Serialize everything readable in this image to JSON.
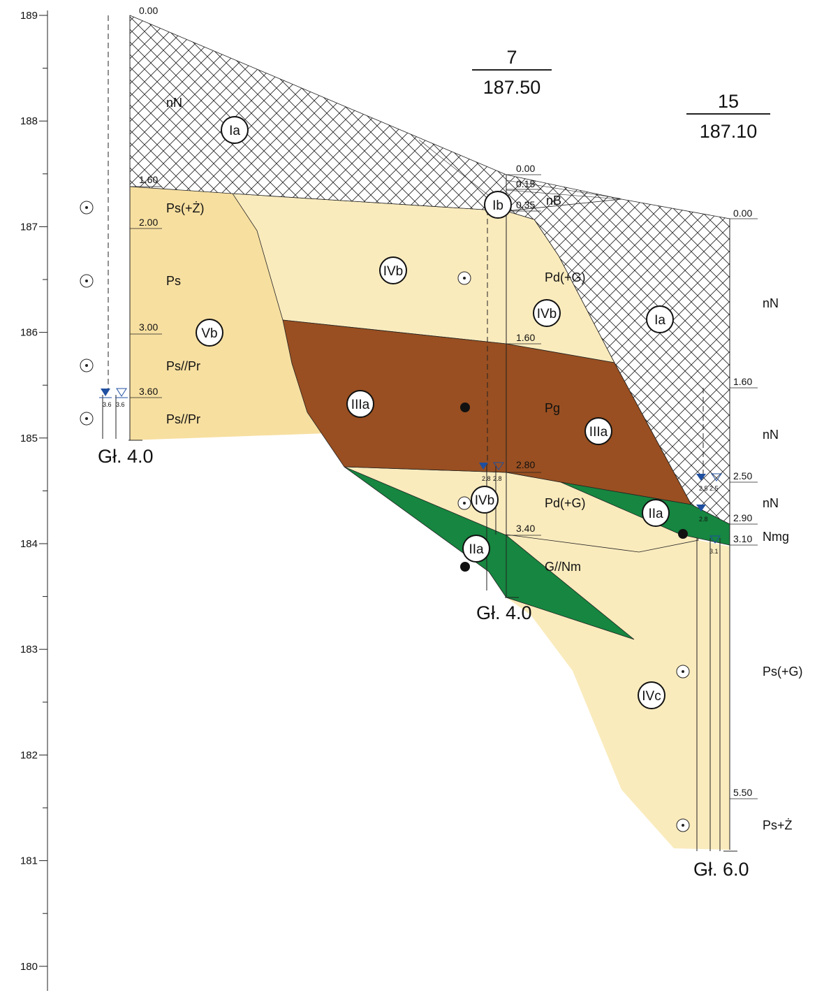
{
  "axis": {
    "ticks": [
      "189",
      "188",
      "187",
      "186",
      "185",
      "184",
      "183",
      "182",
      "181",
      "180"
    ]
  },
  "boreholes": [
    {
      "depth_labels": [
        "0.00",
        "1.60",
        "2.00",
        "3.00",
        "3.60"
      ],
      "water_labels": [
        "3.6",
        "3.6"
      ],
      "final_depth": "Gł. 4.0",
      "soil_labels": [
        "nN",
        "Ps(+Ż)",
        "Ps",
        "Ps//Pr",
        "Ps//Pr"
      ]
    },
    {
      "number": "7",
      "elevation": "187.50",
      "depth_labels": [
        "0.00",
        "0.15",
        "0.35",
        "1.60",
        "2.80",
        "3.40"
      ],
      "water_labels": [
        "2.8",
        "2.8"
      ],
      "final_depth": "Gł. 4.0",
      "soil_labels": [
        "nB",
        "Pd(+G)",
        "Pg",
        "Pd(+G)",
        "G//Nm"
      ]
    },
    {
      "number": "15",
      "elevation": "187.10",
      "depth_labels": [
        "0.00",
        "1.60",
        "2.50",
        "2.90",
        "3.10",
        "5.50"
      ],
      "water_labels": [
        "2.5",
        "2.5",
        "2.8",
        "3.1"
      ],
      "final_depth": "Gł. 6.0",
      "soil_labels": [
        "nN",
        "nN",
        "nN",
        "Nmg",
        "Ps(+G)",
        "Ps+Ż"
      ]
    }
  ],
  "layer_markers": [
    "Ia",
    "Vb",
    "IVb",
    "Ib",
    "IVb",
    "Ia",
    "IIIa",
    "IIIa",
    "IVb",
    "IIa",
    "IIa",
    "IVc"
  ],
  "colors": {
    "fill_anthropogenic": "#ffffff",
    "fill_sand_dark": "#f7dfa0",
    "fill_sand_light": "#faebbd",
    "fill_clay_brown": "#994f21",
    "fill_clay_green": "#168640",
    "water_marker": "#1f4fa0"
  }
}
